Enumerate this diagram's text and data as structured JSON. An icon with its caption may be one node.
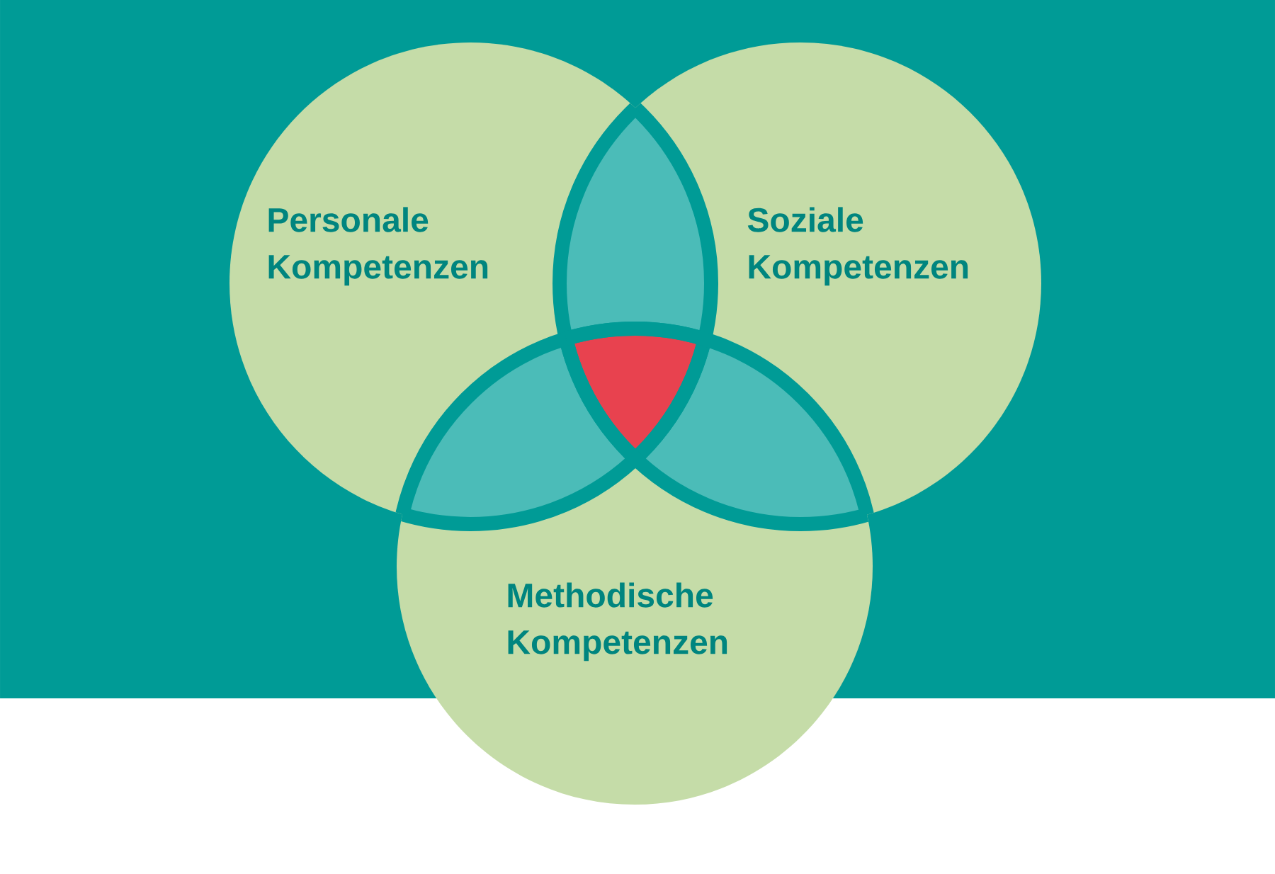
{
  "diagram": {
    "nodes": [
      {
        "text": [
          "Personale Kompetenzen"
        ]
      },
      {
        "text": [
          "Soziale Kompetenzen"
        ]
      },
      {
        "text": [
          "Methodische Kompetenzen"
        ]
      }
    ]
  }
}
